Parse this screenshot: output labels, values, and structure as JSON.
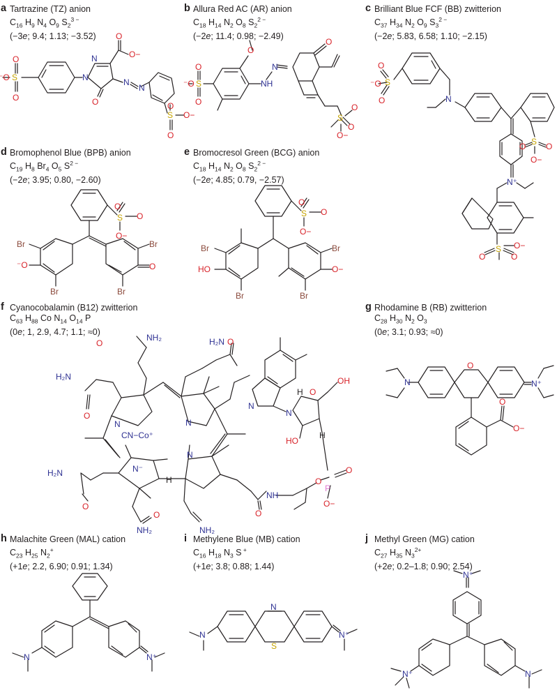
{
  "panels": [
    {
      "letter": "a",
      "name": "Tartrazine (TZ) anion",
      "formula": "C<sub>16</sub> H<sub>9</sub> N<sub>4</sub> O<sub>9</sub> S<sub>2</sub><sup>3 −</sup>",
      "params": "(−3<i>e</i>; 9.4; 1.13; −3.52)"
    },
    {
      "letter": "b",
      "name": "Allura Red AC (AR) anion",
      "formula": "C<sub>18</sub> H<sub>14</sub> N<sub>2</sub> O<sub>8</sub> S<sub>2</sub><sup>2 −</sup>",
      "params": "(−2<i>e</i>; 11.4; 0.98; −2.49)"
    },
    {
      "letter": "c",
      "name": "Brilliant Blue FCF (BB) zwitterion",
      "formula": "C<sub>37</sub> H<sub>34</sub> N<sub>2</sub> O<sub>9</sub> S<sub>3</sub><sup>2 −</sup>",
      "params": "(−2<i>e</i>; 5.83, 6.58; 1.10; −2.15)"
    },
    {
      "letter": "d",
      "name": "Bromophenol Blue (BPB) anion",
      "formula": "C<sub>19</sub> H<sub>8</sub> Br<sub>4</sub> O<sub>5</sub> S<sup>2 −</sup>",
      "params": "(−2<i>e</i>; 3.95; 0.80, −2.60)"
    },
    {
      "letter": "e",
      "name": "Bromocresol Green (BCG) anion",
      "formula": "C<sub>18</sub> H<sub>14</sub> N<sub>2</sub> O<sub>8</sub> S<sub>2</sub><sup>2 −</sup>",
      "params": "(−2<i>e</i>; 4.85; 0.79, −2.57)"
    },
    {
      "letter": "f",
      "name": "Cyanocobalamin (B12) zwitterion",
      "formula": "C<sub>63</sub> H<sub>88</sub> Co N<sub>14</sub> O<sub>14</sub> P",
      "params": "(0<i>e</i>; 1, 2.9, 4.7; 1.1; ≈0)"
    },
    {
      "letter": "g",
      "name": "Rhodamine B (RB) zwitterion",
      "formula": "C<sub>28</sub> H<sub>30</sub> N<sub>2</sub> O<sub>3</sub>",
      "params": "(0<i>e</i>; 3.1; 0.93; ≈0)"
    },
    {
      "letter": "h",
      "name": "Malachite Green (MAL) cation",
      "formula": "C<sub>23</sub> H<sub>25</sub> N<sub>2</sub><sup>+</sup>",
      "params": "(+1<i>e</i>; 2.2, 6.90; 0.91; 1.34)"
    },
    {
      "letter": "i",
      "name": "Methylene Blue (MB) cation",
      "formula": "C<sub>16</sub> H<sub>18</sub> N<sub>3</sub> S<sup> +</sup>",
      "params": "(+1<i>e</i>; 3.8; 0.88; 1.44)"
    },
    {
      "letter": "j",
      "name": "Methyl Green (MG) cation",
      "formula": "C<sub>27</sub> H<sub>35</sub> N<sub>3</sub><sup>2+</sup>",
      "params": "(+2<i>e</i>; 0.2–1.8; 0.90; 2.54)"
    }
  ],
  "atoms": {
    "O": "O",
    "Ominus": "O−",
    "OH": "OH",
    "HO": "HO",
    "N": "N",
    "NH": "NH",
    "H": "H",
    "S": "S",
    "Br": "Br",
    "NH2": "NH₂",
    "H2N": "H₂N",
    "P": "P",
    "CNCo": "CN−Co⁺",
    "Nminus": "N⁻",
    "Nplus": "N⁺",
    "minusO": "⁻O"
  },
  "colors": {
    "oxygen": "#d8232a",
    "nitrogen": "#2e3192",
    "sulfur": "#c6a400",
    "bromine": "#8b4a3c",
    "phosphorus": "#e07ad2",
    "carbon": "#231f20"
  }
}
